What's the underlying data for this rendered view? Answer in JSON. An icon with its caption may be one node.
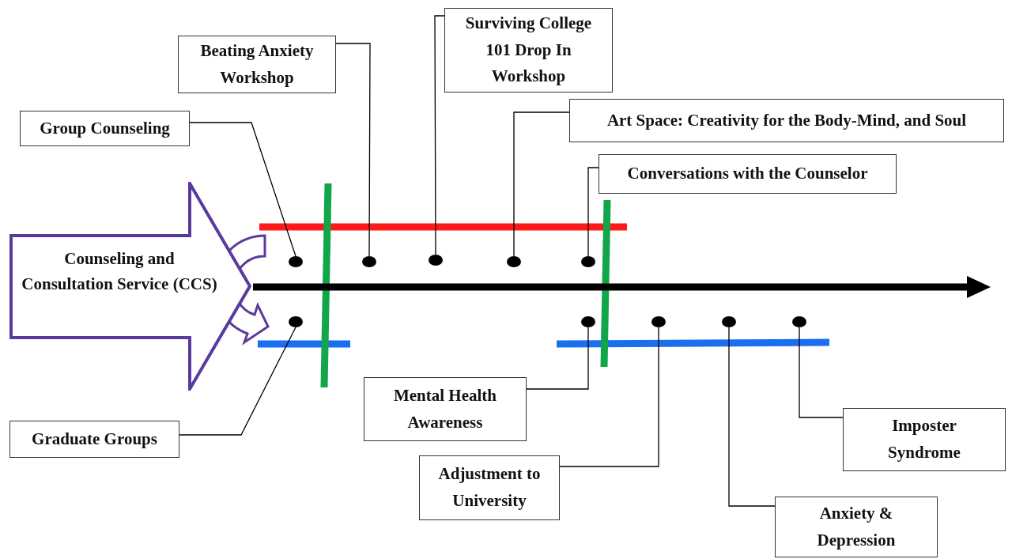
{
  "diagram": {
    "nodes": [
      {
        "text": [
          "Counseling and Consultation Service (CCS)"
        ]
      },
      {
        "text": [
          "Beating Anxiety Workshop"
        ]
      },
      {
        "text": [
          "Surviving College 101 Drop In Workshop"
        ]
      },
      {
        "text": [
          "Group Counseling"
        ]
      },
      {
        "text": [
          "Art Space: Creativity for the Body-Mind, and Soul"
        ]
      },
      {
        "text": [
          "Conversations with the Counselor"
        ]
      },
      {
        "text": [
          "Mental Health Awareness"
        ]
      },
      {
        "text": [
          "Graduate Groups"
        ]
      },
      {
        "text": [
          "Imposter Syndrome"
        ]
      },
      {
        "text": [
          "Adjustment to University"
        ]
      },
      {
        "text": [
          "Anxiety & Depression"
        ]
      },
      {
        "text": [],
        "shape": "circle"
      },
      {
        "text": [],
        "shape": "circle"
      },
      {
        "text": [],
        "shape": "circle"
      },
      {
        "text": [],
        "shape": "circle"
      },
      {
        "text": [],
        "shape": "circle"
      },
      {
        "text": [],
        "shape": "circle"
      },
      {
        "text": [],
        "shape": "circle"
      },
      {
        "text": [],
        "shape": "circle"
      },
      {
        "text": [],
        "shape": "circle"
      },
      {
        "text": [],
        "shape": "circle"
      }
    ],
    "edges": [
      {
        "from": 1,
        "to": 12,
        "arrow": "none"
      },
      {
        "from": 2,
        "to": 13,
        "arrow": "none"
      },
      {
        "from": 3,
        "to": 11,
        "arrow": "none"
      },
      {
        "from": 4,
        "to": 14,
        "arrow": "none"
      },
      {
        "from": 5,
        "to": 15,
        "arrow": "none"
      },
      {
        "from": 6,
        "to": 17,
        "arrow": "none"
      },
      {
        "from": 7,
        "to": 16,
        "arrow": "none"
      },
      {
        "from": 8,
        "to": 20,
        "arrow": "none"
      },
      {
        "from": 9,
        "to": 18,
        "arrow": "none"
      },
      {
        "from": 10,
        "to": 19,
        "arrow": "none"
      },
      {
        "from": 0,
        "to": null,
        "arrow": "to",
        "style": "thick"
      }
    ]
  }
}
